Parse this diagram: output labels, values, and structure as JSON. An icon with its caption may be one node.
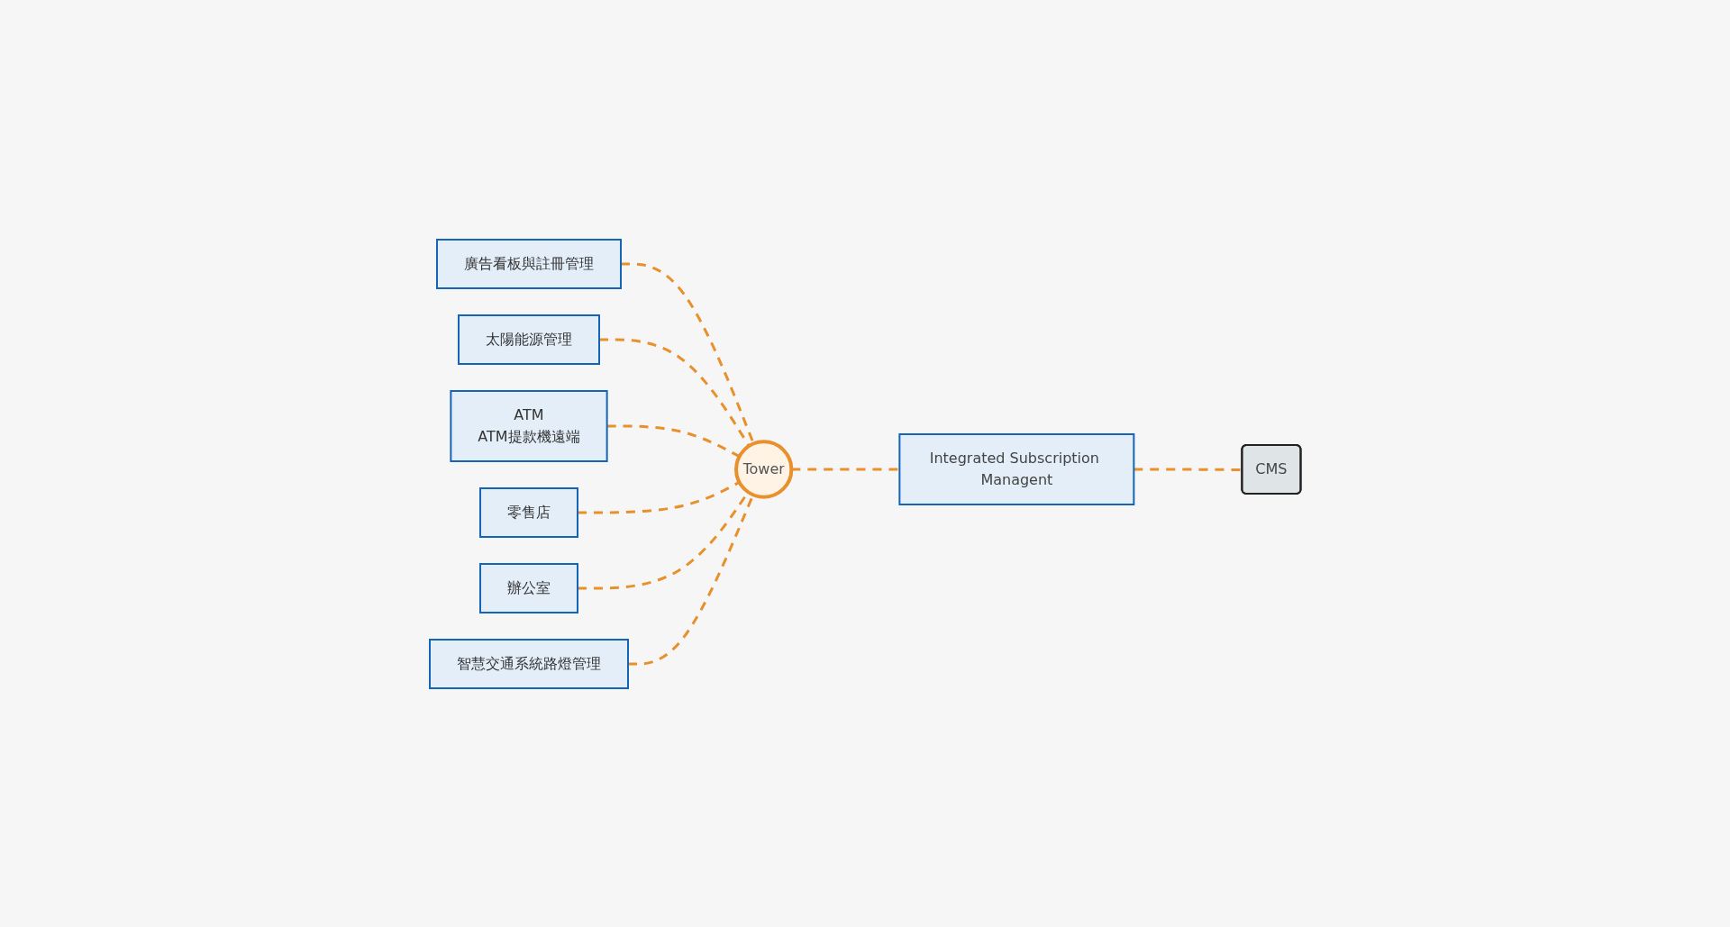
{
  "diagram": {
    "nodes": [
      {
        "text": [
          "廣告看板與註冊管理"
        ]
      },
      {
        "text": [
          "太陽能源管理"
        ]
      },
      {
        "text": [
          "ATM",
          "ATM提款機遠端"
        ]
      },
      {
        "text": [
          "零售店"
        ]
      },
      {
        "text": [
          "辦公室"
        ]
      },
      {
        "text": [
          "智慧交通系統路燈管理"
        ]
      },
      {
        "text": [
          "Tower"
        ]
      },
      {
        "text": [
          "Integrated Subscription Managent"
        ]
      },
      {
        "text": [
          "CMS"
        ]
      }
    ],
    "edges": [
      {
        "from": 0,
        "to": 6,
        "arrow": "none",
        "style": "dashed"
      },
      {
        "from": 1,
        "to": 6,
        "arrow": "none",
        "style": "dashed"
      },
      {
        "from": 2,
        "to": 6,
        "arrow": "none",
        "style": "dashed"
      },
      {
        "from": 3,
        "to": 6,
        "arrow": "none",
        "style": "dashed"
      },
      {
        "from": 4,
        "to": 6,
        "arrow": "none",
        "style": "dashed"
      },
      {
        "from": 5,
        "to": 6,
        "arrow": "none",
        "style": "dashed"
      },
      {
        "from": 6,
        "to": 7,
        "arrow": "none",
        "style": "dashed"
      },
      {
        "from": 7,
        "to": 8,
        "arrow": "none",
        "style": "dashed"
      }
    ]
  }
}
